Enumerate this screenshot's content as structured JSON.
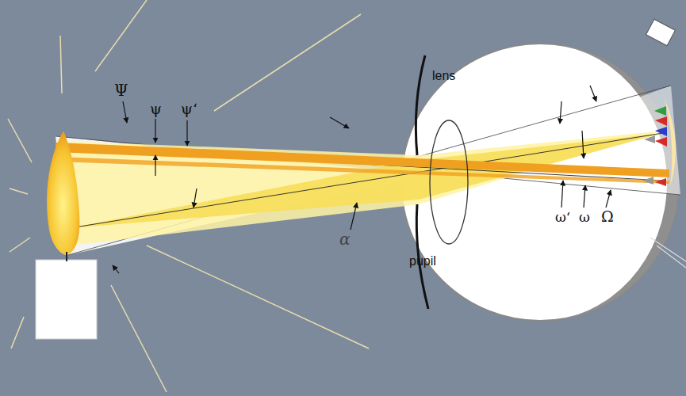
{
  "diagram": {
    "labels": [
      "Ψ",
      "ψ",
      "ψ‘",
      "lens",
      "α",
      "pupil",
      "ω‘",
      "ω",
      "Ω"
    ]
  }
}
